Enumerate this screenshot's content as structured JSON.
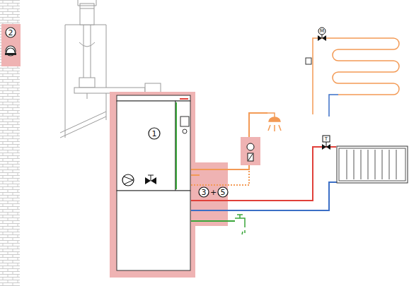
{
  "diagram": {
    "labels": [
      "1",
      "2",
      "3",
      "+",
      "5",
      "M",
      "T"
    ]
  }
}
